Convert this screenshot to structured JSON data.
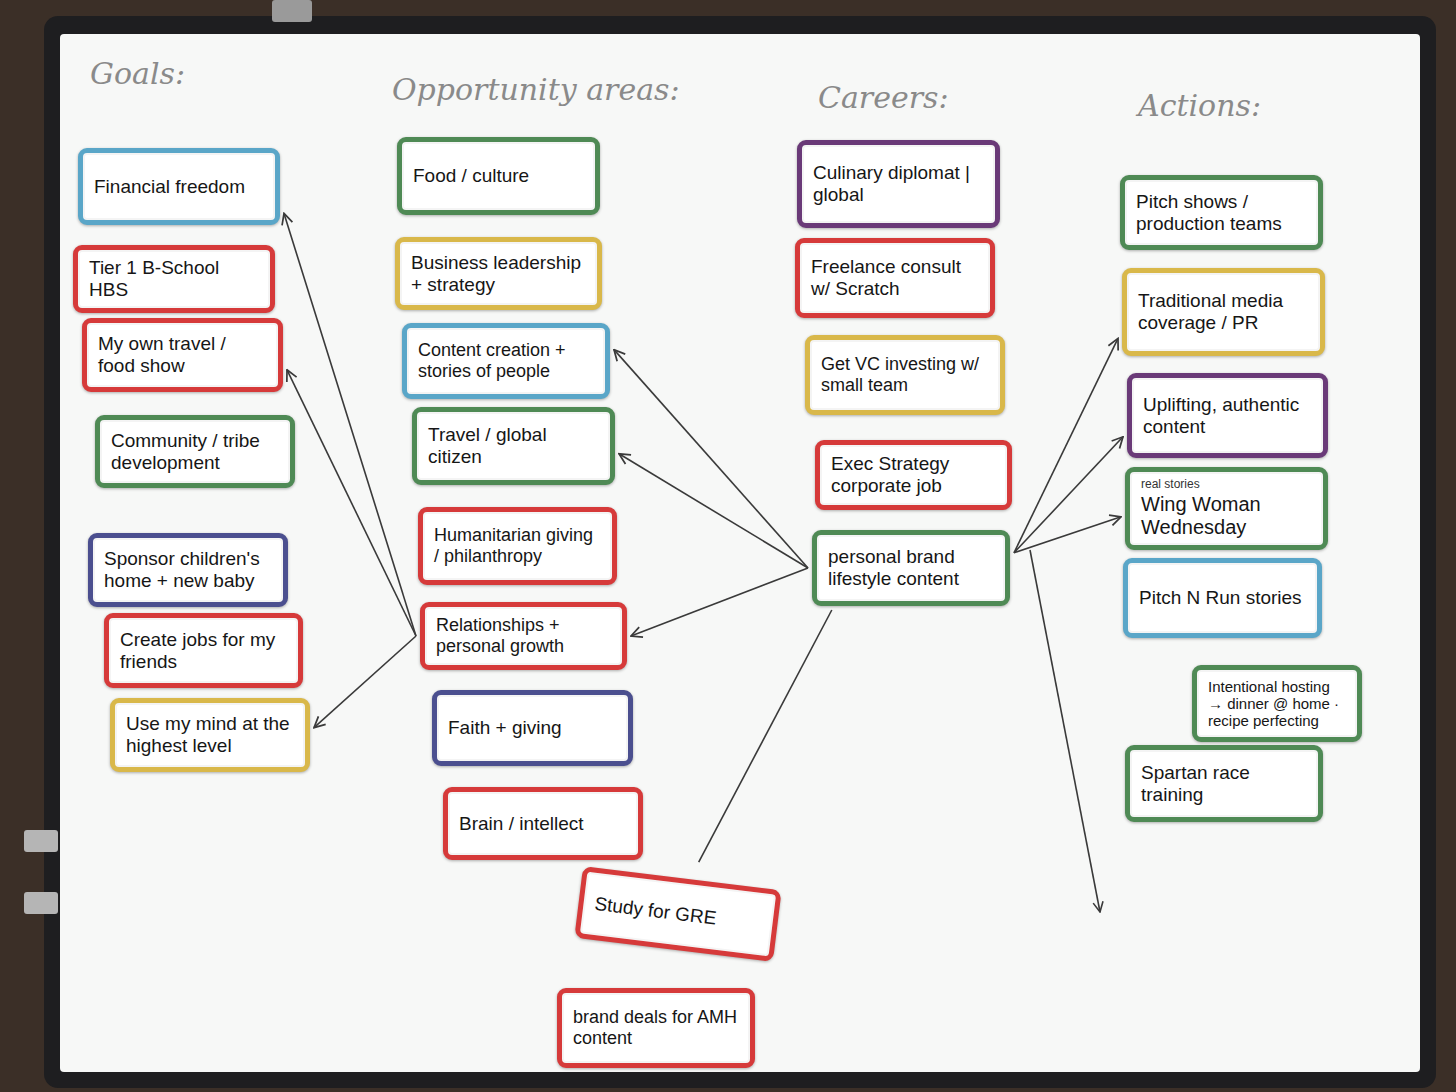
{
  "diagram": {
    "nodes": [
      {
        "text": [
          "Financial freedom"
        ]
      },
      {
        "text": [
          "Tier 1 B-School HBS"
        ]
      },
      {
        "text": [
          "My own travel / food show"
        ]
      },
      {
        "text": [
          "Community / tribe development"
        ]
      },
      {
        "text": [
          "Sponsor children's home + new baby"
        ]
      },
      {
        "text": [
          "Create jobs for my friends"
        ]
      },
      {
        "text": [
          "Use my mind at the highest level"
        ]
      },
      {
        "text": [
          "Food / culture"
        ]
      },
      {
        "text": [
          "Business leadership + strategy"
        ]
      },
      {
        "text": [
          "Content creation + stories of people"
        ]
      },
      {
        "text": [
          "Travel / global citizen"
        ]
      },
      {
        "text": [
          "Humanitarian giving / philanthropy"
        ]
      },
      {
        "text": [
          "Relationships + personal growth"
        ]
      },
      {
        "text": [
          "Faith + giving"
        ]
      },
      {
        "text": [
          "Brain / intellect"
        ]
      },
      {
        "text": [
          "Study for GRE"
        ]
      },
      {
        "text": [
          "brand deals for AMH content"
        ]
      },
      {
        "text": [
          "Culinary diplomat | global"
        ]
      },
      {
        "text": [
          "Freelance consult w/ Scratch"
        ]
      },
      {
        "text": [
          "Get VC investing w/ small team"
        ]
      },
      {
        "text": [
          "Exec Strategy corporate job"
        ]
      },
      {
        "text": [
          "personal brand lifestyle content"
        ]
      },
      {
        "text": [
          "Pitch shows / production teams"
        ]
      },
      {
        "text": [
          "Traditional media coverage / PR"
        ]
      },
      {
        "text": [
          "Uplifting, authentic content"
        ]
      },
      {
        "text": [
          "real stories",
          "Wing Woman Wednesday"
        ]
      },
      {
        "text": [
          "Pitch N Run stories"
        ]
      },
      {
        "text": [
          "Intentional hosting → dinner @ home · recipe perfecting"
        ]
      },
      {
        "text": [
          "Spartan race training"
        ]
      }
    ],
    "edges": [
      {
        "from": 12,
        "to": 0,
        "arrow": "to"
      },
      {
        "from": 12,
        "to": 2,
        "arrow": "to"
      },
      {
        "from": 12,
        "to": 6,
        "arrow": "to"
      },
      {
        "from": 21,
        "to": 9,
        "arrow": "to"
      },
      {
        "from": 21,
        "to": 10,
        "arrow": "to"
      },
      {
        "from": 21,
        "to": 12,
        "arrow": "to"
      },
      {
        "from": 21,
        "to": 15,
        "arrow": "none"
      },
      {
        "from": 21,
        "to": 23,
        "arrow": "to"
      },
      {
        "from": 21,
        "to": 24,
        "arrow": "to"
      },
      {
        "from": 21,
        "to": 25,
        "arrow": "to"
      }
    ],
    "labels": [
      "Goals:",
      "Opportunity areas:",
      "Careers:",
      "Actions:"
    ]
  }
}
